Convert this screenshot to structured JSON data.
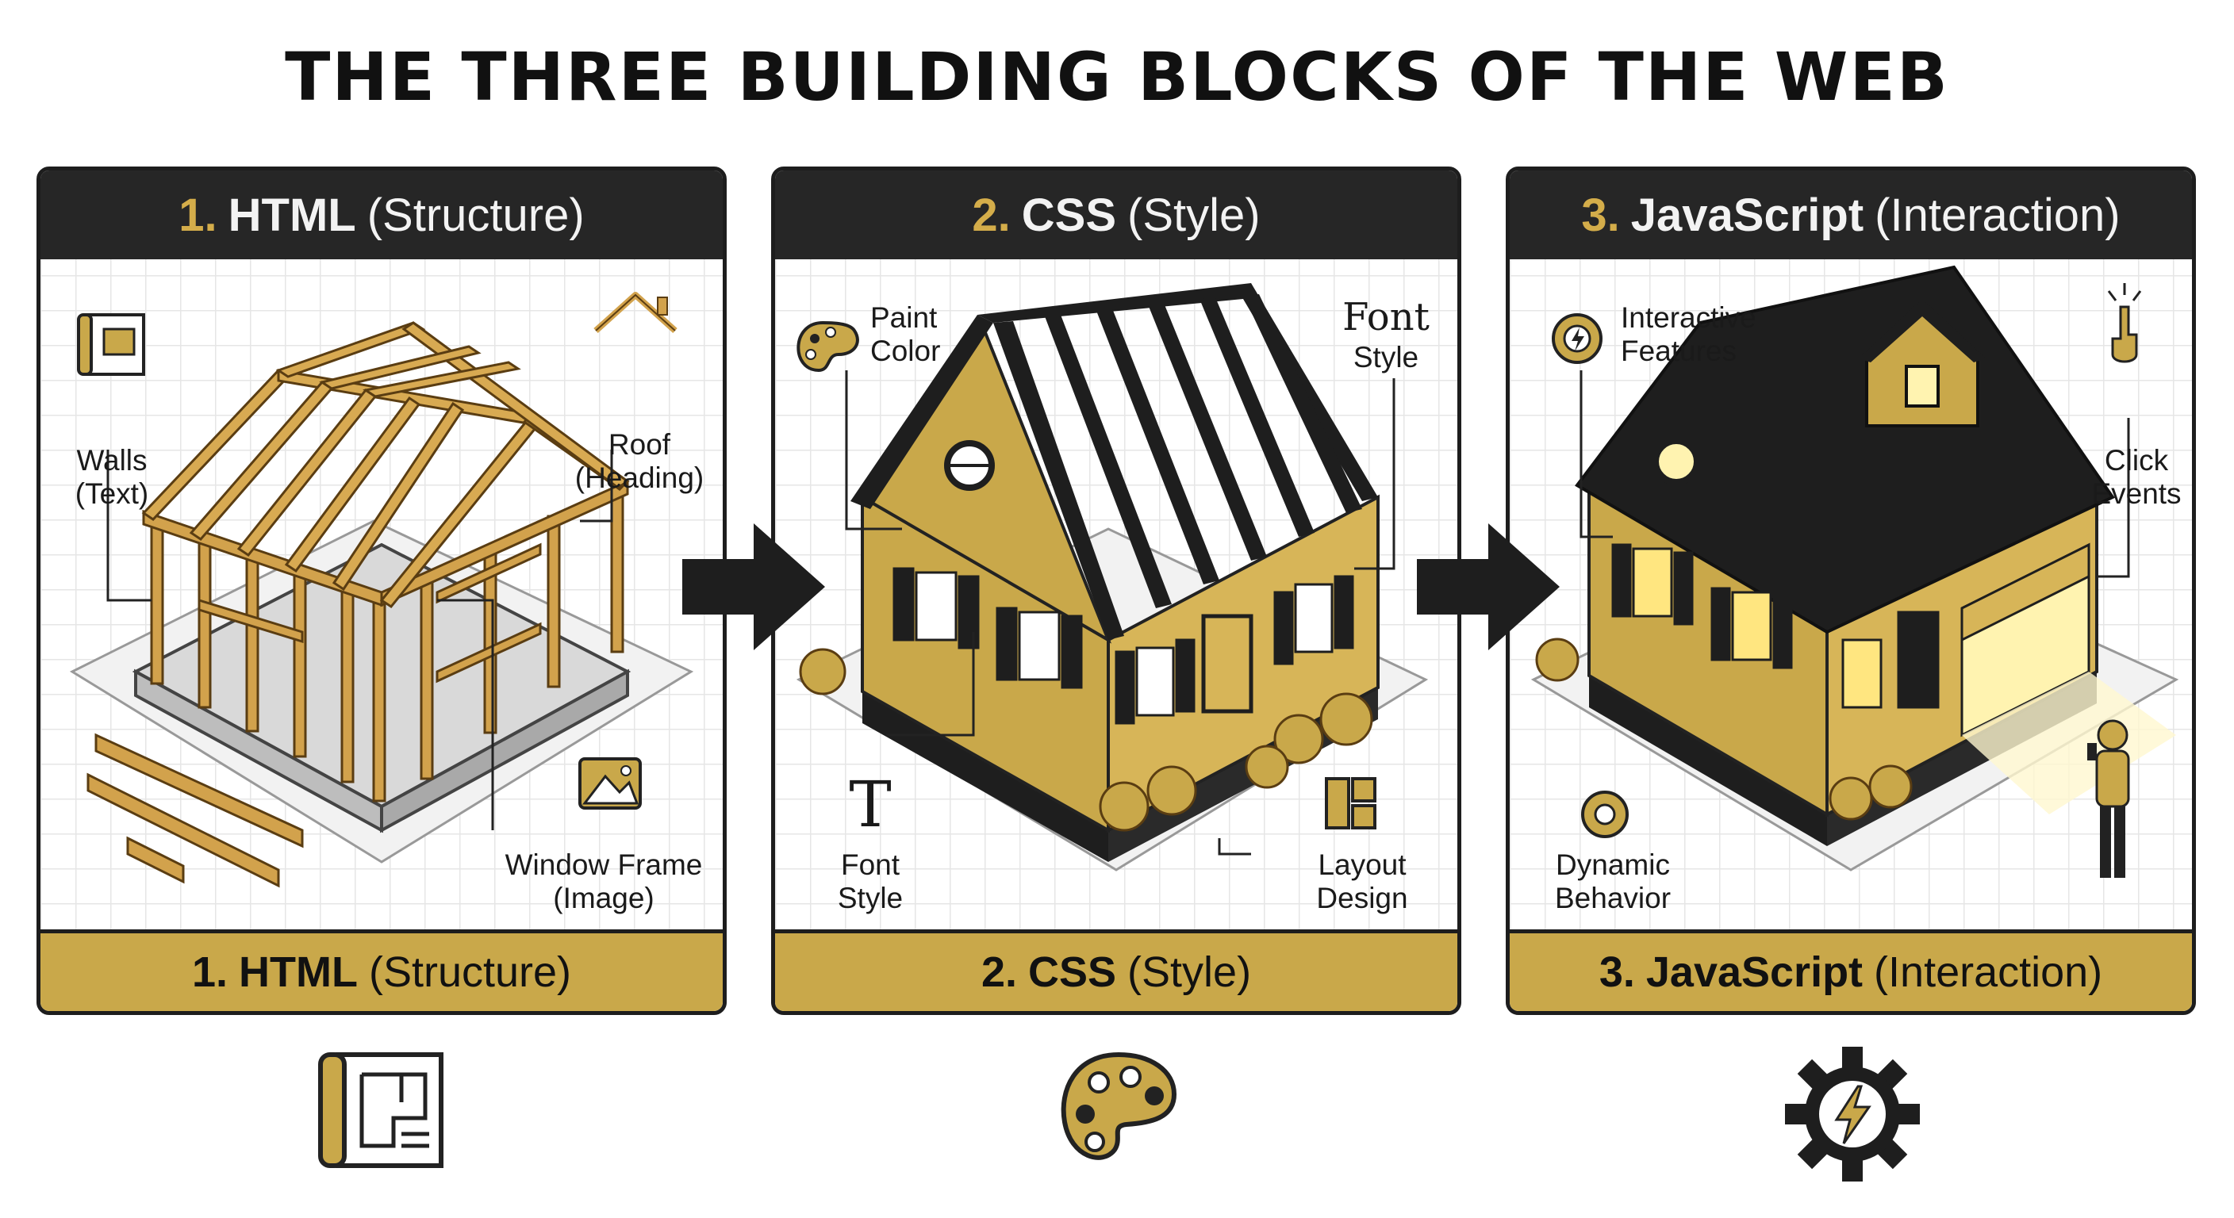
{
  "title": "THE THREE BUILDING BLOCKS OF THE WEB",
  "colors": {
    "gold": "#c9a84a",
    "dark": "#262626",
    "wood": "#d2a24c"
  },
  "panels": [
    {
      "number": "1.",
      "name": "HTML",
      "subtitle": "(Structure)",
      "labels": {
        "walls": "Walls\n(Text)",
        "roof": "Roof\n(Heading)",
        "window": "Window Frame\n(Image)"
      },
      "icons": [
        "blueprint-icon",
        "roof-icon",
        "image-icon"
      ]
    },
    {
      "number": "2.",
      "name": "CSS",
      "subtitle": "(Style)",
      "labels": {
        "paint": "Paint\nColor",
        "font_top_big": "Font",
        "font_top_small": "Style",
        "font_bottom_glyph": "T",
        "font_bottom": "Font\nStyle",
        "layout": "Layout\nDesign"
      },
      "icons": [
        "palette-icon",
        "font-icon",
        "layout-icon"
      ]
    },
    {
      "number": "3.",
      "name": "JavaScript",
      "subtitle": "(Interaction)",
      "labels": {
        "interactive": "Interactive\nFeatures",
        "click": "Click\nEvents",
        "dynamic": "Dynamic\nBehavior"
      },
      "icons": [
        "gear-bolt-icon",
        "pointer-icon",
        "gear-icon"
      ]
    }
  ]
}
